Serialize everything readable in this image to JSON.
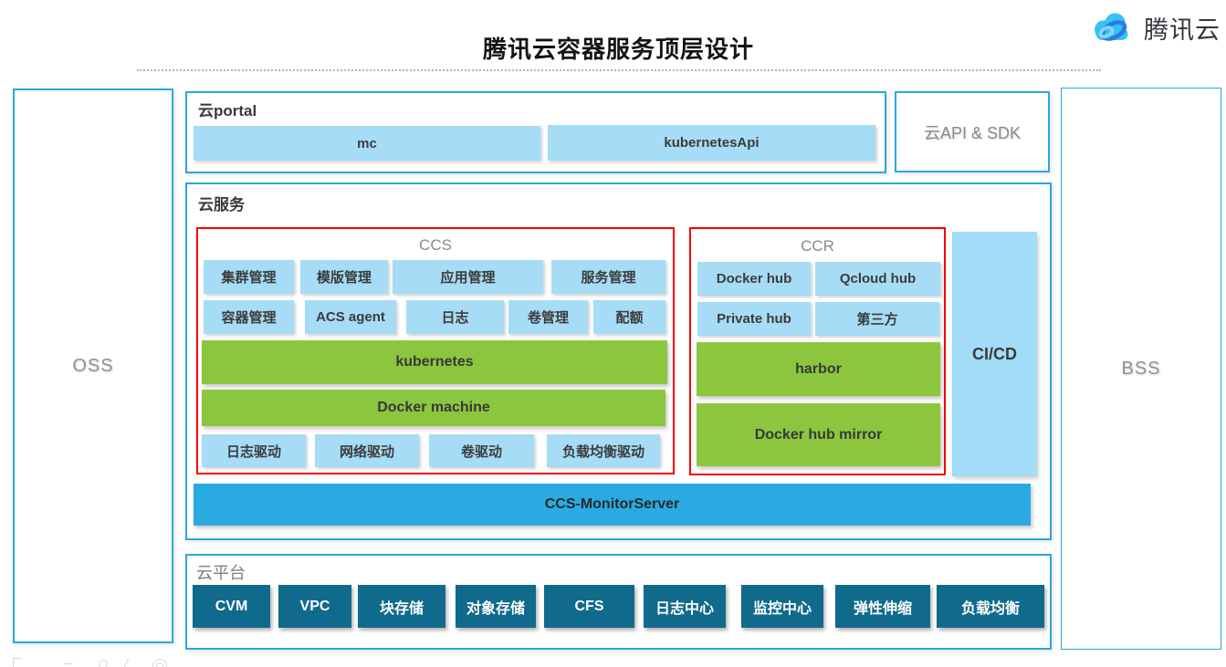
{
  "header": {
    "title": "腾讯云容器服务顶层设计",
    "logo_text": "腾讯云",
    "logo_icon": "tencent-cloud-logo",
    "logo_colors": {
      "light": "#35c3f3",
      "dark": "#2a7de1"
    }
  },
  "colors": {
    "light_blue_fill": "#a6dcf5",
    "green_fill": "#8cc63f",
    "bright_blue_fill": "#29abe2",
    "dark_teal_fill": "#106a8c",
    "frame_border_blue": "#2aa7df",
    "group_border_red": "#f40000",
    "gray_label": "#8a8a8a"
  },
  "sides": {
    "left_label": "OSS",
    "right_label": "BSS"
  },
  "portal": {
    "label": "云portal",
    "items": [
      "mc",
      "kubernetesApi"
    ]
  },
  "api_sdk": {
    "label": "云API & SDK"
  },
  "services": {
    "label": "云服务",
    "ccs": {
      "label": "CCS",
      "row1": [
        "集群管理",
        "模版管理",
        "应用管理",
        "服务管理"
      ],
      "row2": [
        "容器管理",
        "ACS agent",
        "日志",
        "卷管理",
        "配额"
      ],
      "bars": [
        "kubernetes",
        "Docker machine"
      ],
      "row3": [
        "日志驱动",
        "网络驱动",
        "卷驱动",
        "负载均衡驱动"
      ]
    },
    "ccr": {
      "label": "CCR",
      "row1": [
        "Docker hub",
        "Qcloud hub"
      ],
      "row2": [
        "Private hub",
        "第三方"
      ],
      "bars": [
        "harbor",
        "Docker hub mirror"
      ]
    },
    "cicd_label": "CI/CD",
    "monitor_label": "CCS-MonitorServer"
  },
  "platform": {
    "label": "云平台",
    "items": [
      "CVM",
      "VPC",
      "块存储",
      "对象存储",
      "CFS",
      "日志中心",
      "监控中心",
      "弹性伸缩",
      "负载均衡"
    ]
  }
}
